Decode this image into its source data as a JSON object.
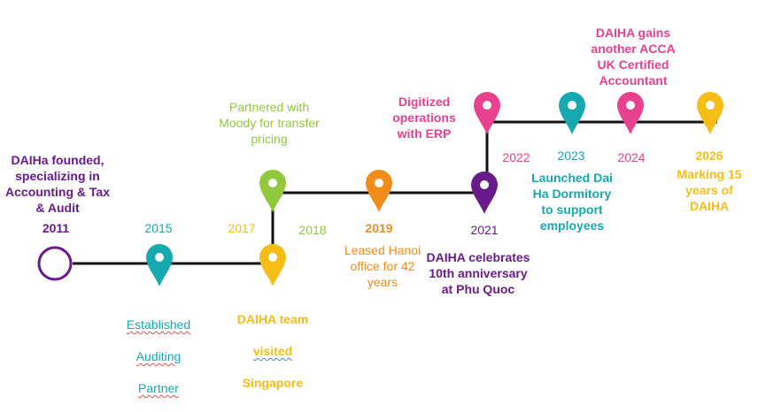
{
  "colors": {
    "line": "#111111",
    "purple": "#6a1b8a",
    "teal": "#17a9b0",
    "yellow": "#f6bd16",
    "green": "#92c83e",
    "orange": "#f08c1a",
    "pink": "#e8418e"
  },
  "milestones": [
    {
      "id": "m2011",
      "year": "2011",
      "text": "DAIHa founded, specializing in Accounting & Tax & Audit",
      "color": "purple",
      "marker": "circle-icon"
    },
    {
      "id": "m2015",
      "year": "2015",
      "text_lines": [
        "Established",
        "Auditing",
        "Partner"
      ],
      "color": "teal",
      "marker": "map-pin-icon"
    },
    {
      "id": "m2017",
      "year": "2017",
      "text_lines": [
        "DAIHA team",
        "visited",
        "Singapore"
      ],
      "color": "yellow",
      "marker": "map-pin-icon"
    },
    {
      "id": "m2018",
      "year": "2018",
      "text": "Partnered with Moody for transfer pricing",
      "color": "green",
      "marker": "map-pin-icon"
    },
    {
      "id": "m2019",
      "year": "2019",
      "text": "Leased Hanoi office for 42 years",
      "color": "orange",
      "marker": "map-pin-icon"
    },
    {
      "id": "m2021",
      "year": "2021",
      "text": "DAIHA celebrates 10th anniversary at Phu Quoc",
      "color": "purple",
      "marker": "map-pin-icon"
    },
    {
      "id": "m2022",
      "year": "2022",
      "text": "Digitized operations with ERP",
      "color": "pink",
      "marker": "map-pin-icon"
    },
    {
      "id": "m2023",
      "year": "2023",
      "text": "Launched Dai Ha Dormitory to support employees",
      "color": "teal",
      "marker": "map-pin-icon"
    },
    {
      "id": "m2024",
      "year": "2024",
      "text": "DAIHA gains another ACCA UK Certified Accountant",
      "color": "pink",
      "marker": "map-pin-icon"
    },
    {
      "id": "m2026",
      "year": "2026",
      "text": "Marking 15 years of DAIHA",
      "color": "yellow",
      "marker": "map-pin-icon"
    }
  ]
}
